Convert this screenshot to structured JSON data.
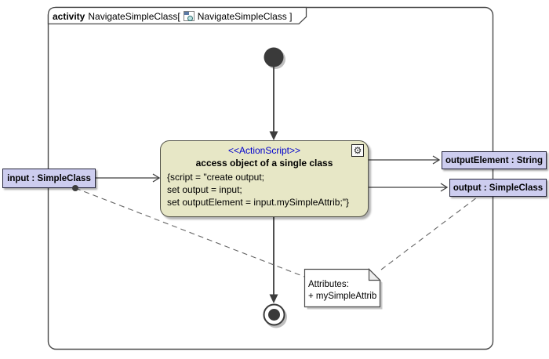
{
  "frame": {
    "keyword": "activity",
    "title_part1": "NavigateSimpleClass[",
    "title_part2": "NavigateSimpleClass ]"
  },
  "action": {
    "stereotype": "<<ActionScript>>",
    "name": "access object of a single class",
    "script_lines": [
      "{script = \"create output;",
      "set output = input;",
      "set outputElement = input.mySimpleAttrib;\"}"
    ],
    "behavior_icon_glyph": "⚙"
  },
  "pins": {
    "input_label": "input : SimpleClass",
    "output_element_label": "outputElement : String",
    "output_label": "output : SimpleClass"
  },
  "note": {
    "lines": [
      "Attributes:",
      "+ mySimpleAttrib"
    ]
  },
  "colors": {
    "action_fill": "#e7e7c6",
    "pin_fill": "#cdcdef",
    "stereotype_text": "#0000cc",
    "line": "#3d3d3d",
    "frame_border": "#4a4a4a"
  }
}
